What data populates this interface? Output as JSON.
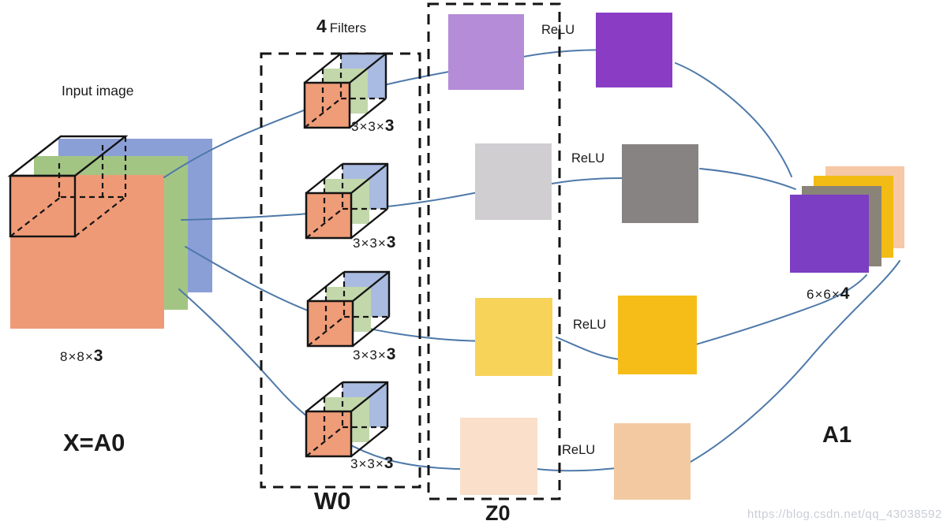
{
  "labels": {
    "input_title": "Input image",
    "input_dims_prefix": "8×8×",
    "input_dims_bold": "3",
    "input_name": "X=A0",
    "filters_count": "4",
    "filters_word": "Filters",
    "filter_dims_prefix": "3×3×",
    "filter_dims_bold": "3",
    "w0": "W0",
    "z0": "Z0",
    "relu": "ReLU",
    "a1_dims_prefix": "6×6×",
    "a1_dims_bold": "4",
    "a1_name": "A1",
    "watermark": "https://blog.csdn.net/qq_43038592"
  },
  "colors": {
    "input_blue": "#8b9fd7",
    "input_green": "#a3c584",
    "input_orange": "#ef9a76",
    "cube_blue": "#a9bbe0",
    "cube_green": "#c2d8ab",
    "cube_orange": "#ef9c78",
    "z0_1": "#b48cd8",
    "z0_2": "#d0ced1",
    "z0_3": "#f8d35a",
    "z0_4": "#fadfcb",
    "act_1": "#8a3dc4",
    "act_2": "#878383",
    "act_3": "#f6bd19",
    "act_4": "#f3c9a2",
    "a1_1": "#7c3ec2",
    "a1_2": "#8a8478",
    "a1_3": "#f3bc14",
    "a1_4": "#f6c8a6",
    "connector": "#4e79a9",
    "watermark_color": "#c9ced6"
  }
}
